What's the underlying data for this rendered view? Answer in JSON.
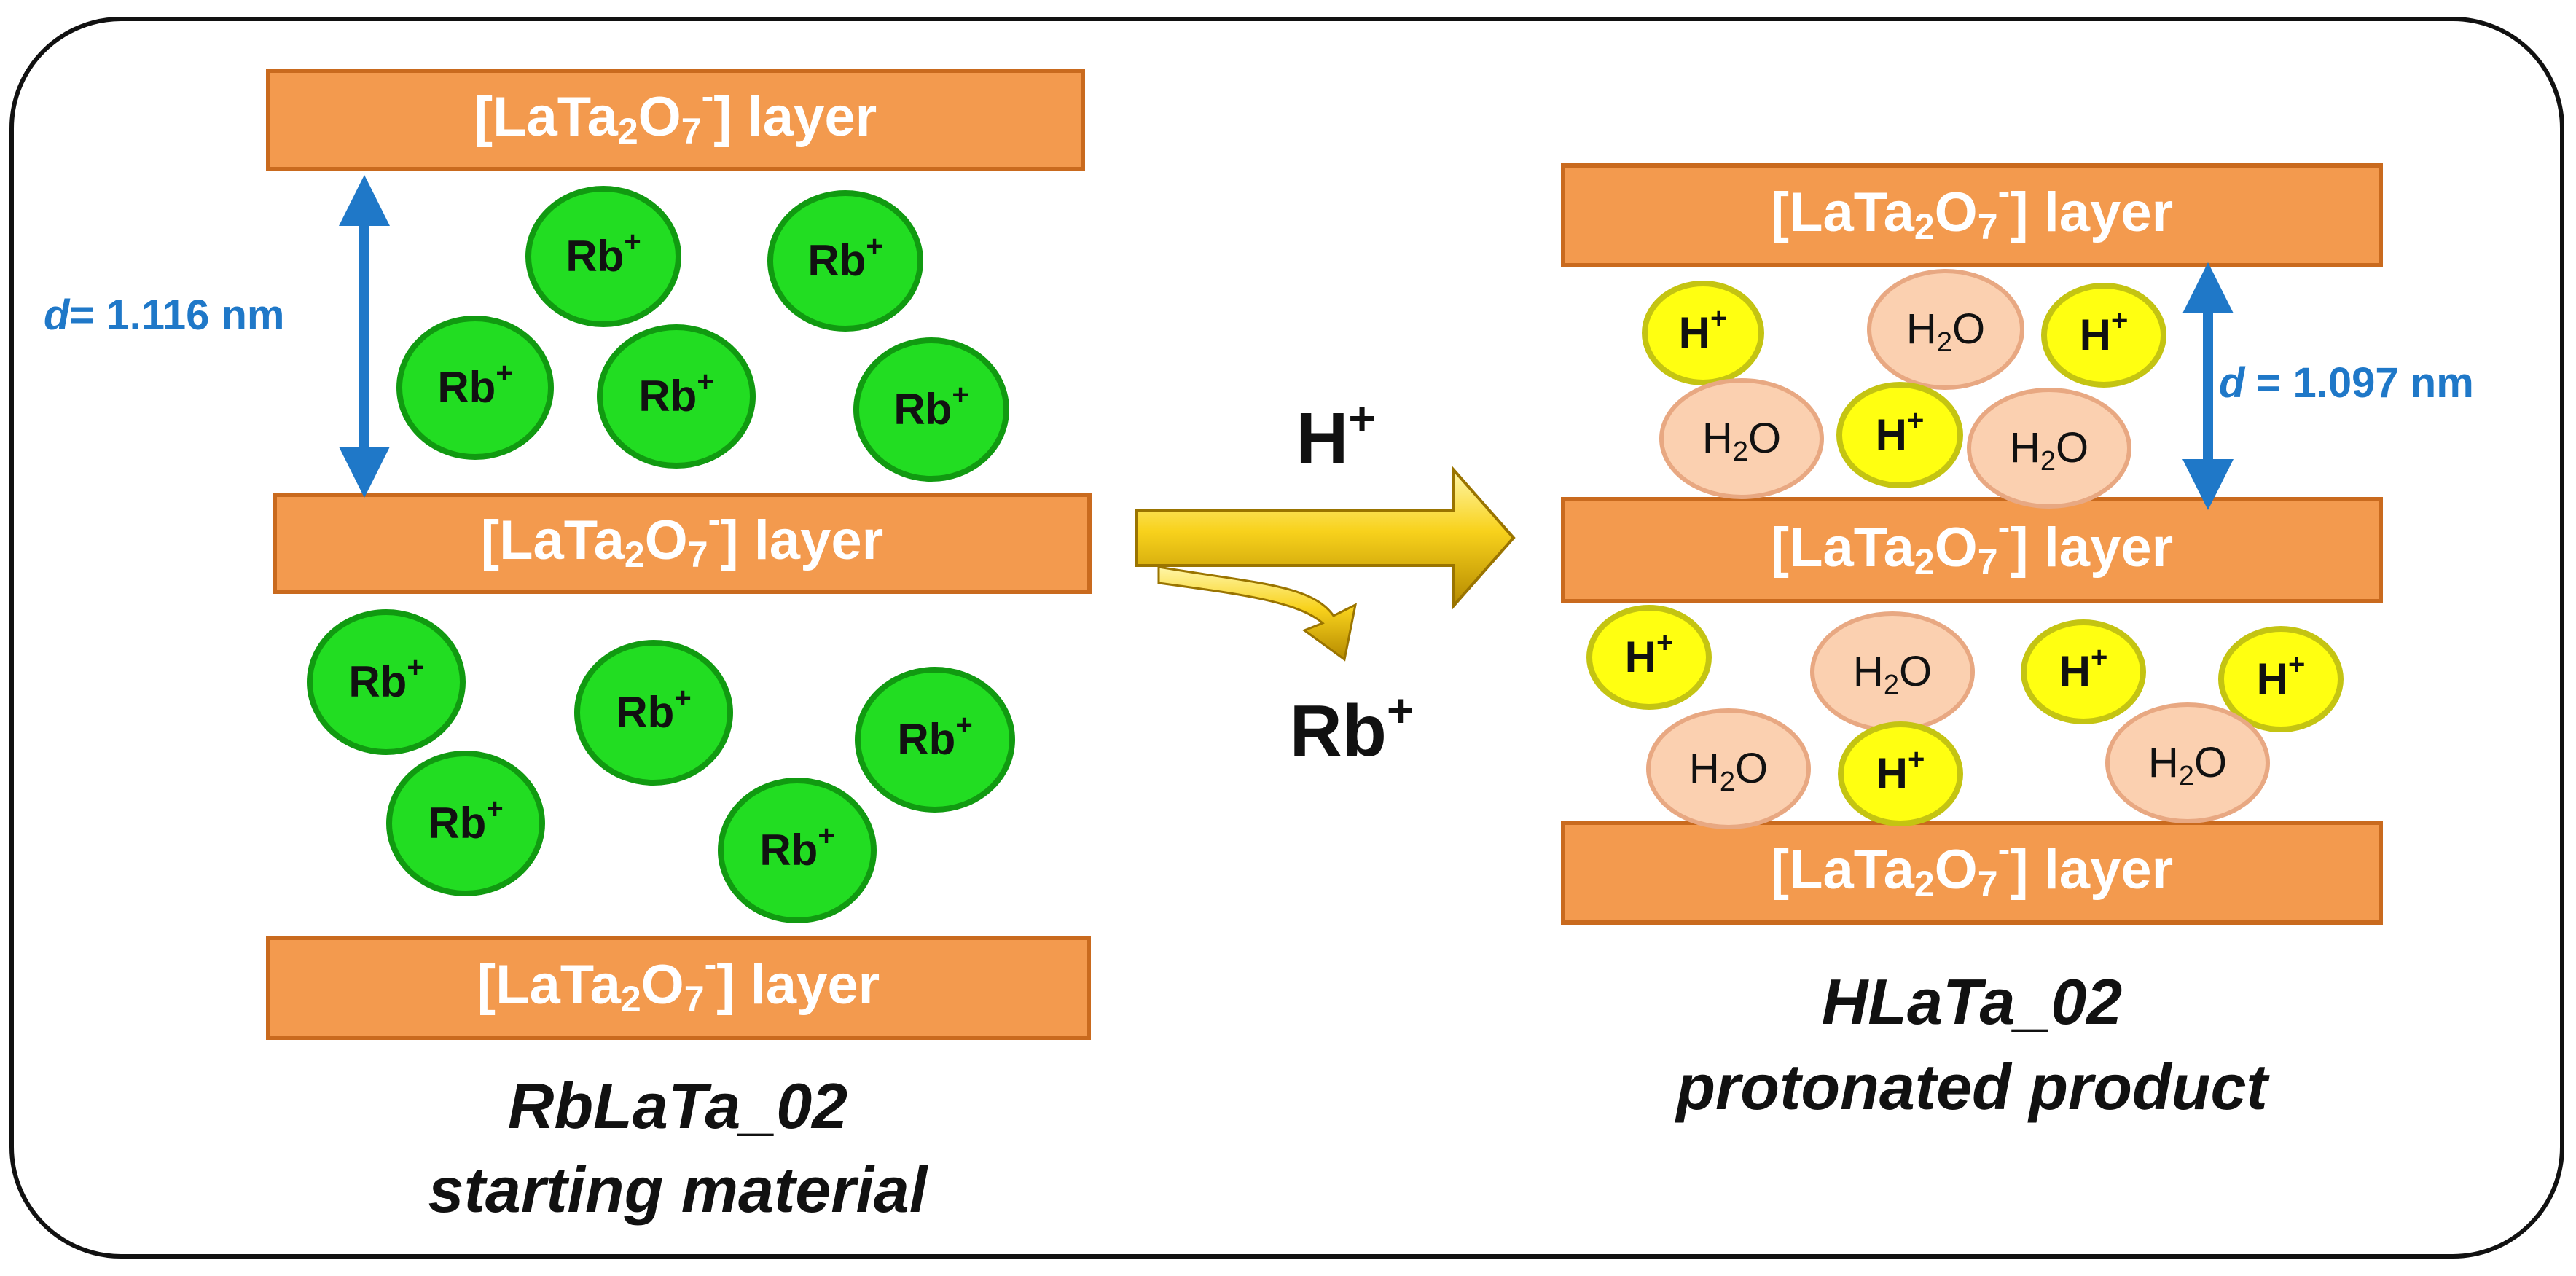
{
  "layer_label": {
    "prefix": "[LaTa",
    "sub_a": "2",
    "mid": "O",
    "sub_b": "7",
    "charge": "-",
    "suffix": "] layer"
  },
  "ions": {
    "rb_base": "Rb",
    "h_base": "H",
    "plus": "+",
    "water_a": "H",
    "water_sub": "2",
    "water_b": "O"
  },
  "left": {
    "d_symbol": "d",
    "d_value": "= 1.116 nm",
    "caption_line1": "RbLaTa_02",
    "caption_line2": "starting material"
  },
  "right": {
    "d_symbol": "d",
    "d_value": " = 1.097 nm",
    "caption_line1": "HLaTa_02",
    "caption_line2": "protonated product"
  },
  "reaction": {
    "reagent_base": "H",
    "reagent_charge": "+",
    "released_base": "Rb",
    "released_charge": "+"
  },
  "colors": {
    "layer_fill": "#f39a4e",
    "layer_stroke": "#c96a1e",
    "rb_fill": "#22dd22",
    "rb_stroke": "#119a11",
    "h_fill": "#ffff11",
    "h_stroke": "#c4c412",
    "water_fill": "#fbd0b0",
    "water_stroke": "#e8a882",
    "dim_arrow": "#1f78c8",
    "reaction_arrow": "#f4c400"
  }
}
